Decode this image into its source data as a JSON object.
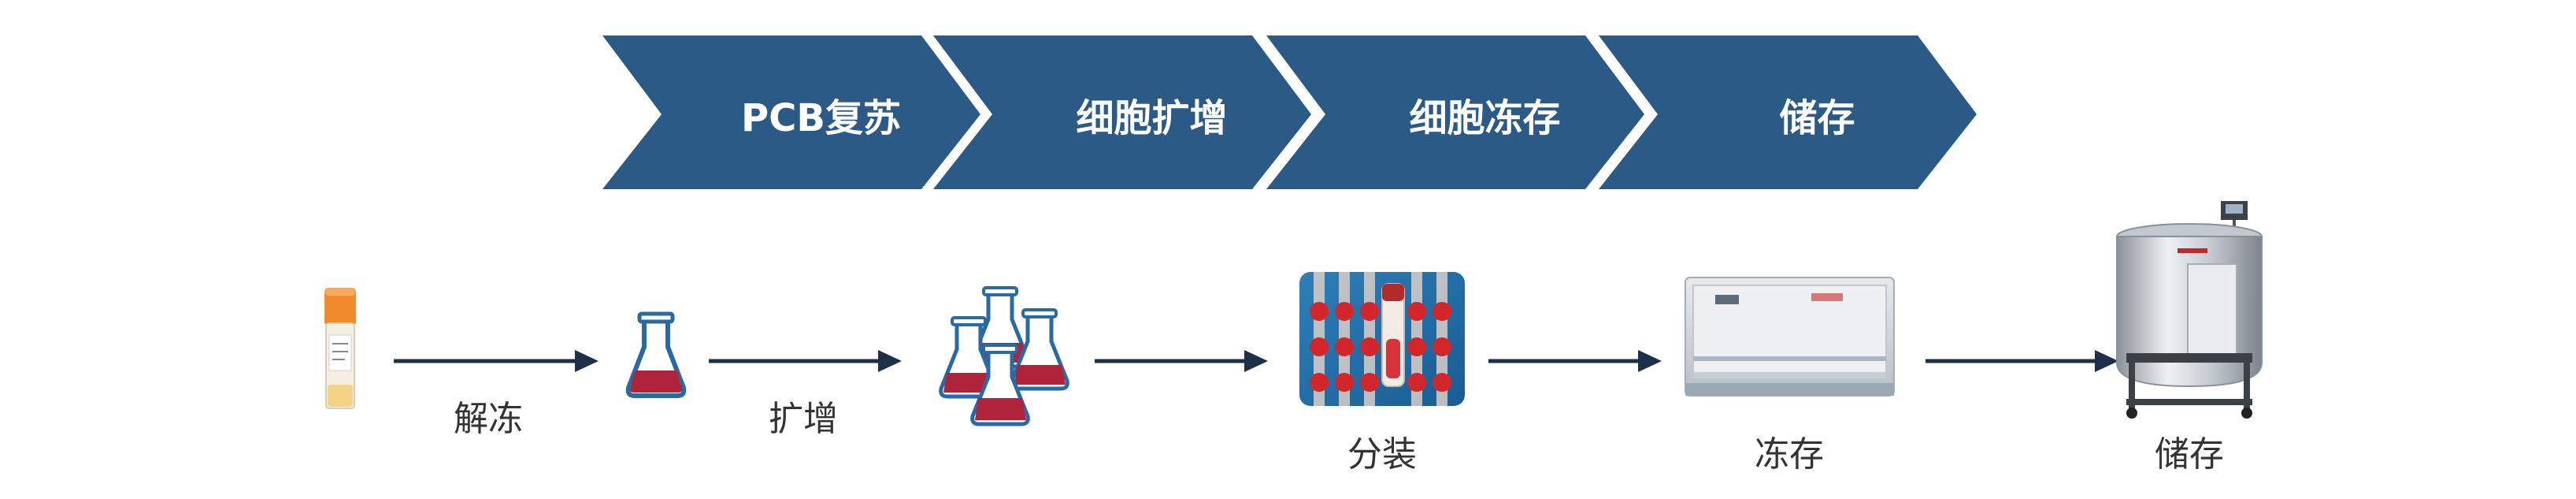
{
  "steps": [
    "PCB复苏",
    "细胞扩增",
    "细胞冻存",
    "储存"
  ],
  "process_labels": {
    "thaw": "解冻",
    "expand": "扩增",
    "aliquot": "分装",
    "freeze": "冻存",
    "store": "储存"
  },
  "icons": {
    "vial": "cryovial-icon",
    "flask": "erlenmeyer-flask-icon",
    "flasks": "multiple-flasks-icon",
    "aliquot": "aliquot-tubes-photo",
    "freezer": "freezer-photo",
    "dewar": "liquid-nitrogen-tank-photo"
  },
  "colors": {
    "chevron": "#2c5a87",
    "arrow": "#1e2f48",
    "liquid": "#b0233b",
    "flask_outline": "#2a6aa4"
  }
}
